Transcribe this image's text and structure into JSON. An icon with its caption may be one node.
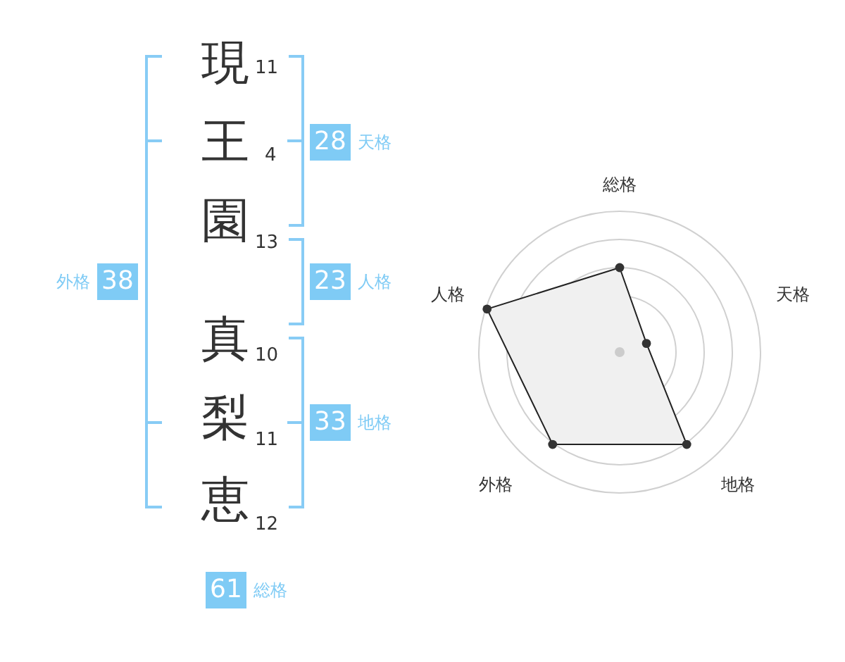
{
  "diagram": {
    "nodes": [
      {
        "text": [
          "28"
        ],
        "beside": [
          "天格"
        ]
      },
      {
        "text": [
          "38"
        ],
        "beside": [
          "外格"
        ]
      },
      {
        "text": [
          "23"
        ],
        "beside": [
          "人格"
        ]
      },
      {
        "text": [
          "33"
        ],
        "beside": [
          "地格"
        ]
      },
      {
        "text": [
          "61"
        ],
        "beside": [
          "総格"
        ]
      }
    ],
    "labels": [
      "現",
      "11",
      "王",
      "4",
      "園",
      "13",
      "真",
      "10",
      "梨",
      "11",
      "恵",
      "12",
      "総格",
      "人格",
      "天格",
      "外格",
      "地格"
    ]
  }
}
